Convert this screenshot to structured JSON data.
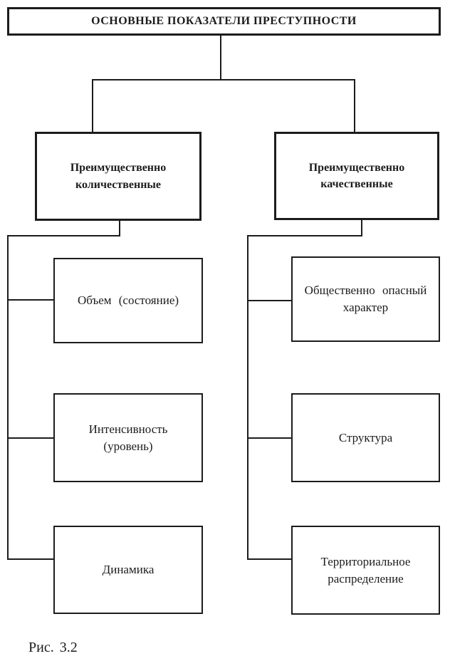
{
  "colors": {
    "ink": "#1c1c1c",
    "paper": "#ffffff"
  },
  "diagram": {
    "root": {
      "label": "ОСНОВНЫЕ ПОКАЗАТЕЛИ ПРЕСТУПНОСТИ"
    },
    "branch_left": {
      "lines": [
        "Преимущественно",
        "количественные"
      ]
    },
    "branch_right": {
      "lines": [
        "Преимущественно",
        "качественные"
      ]
    },
    "left_items": [
      {
        "lines": [
          "Объем (состояние)"
        ]
      },
      {
        "lines": [
          "Интенсивность",
          "(уровень)"
        ]
      },
      {
        "lines": [
          "Динамика"
        ]
      }
    ],
    "right_items": [
      {
        "lines": [
          "Общественно опасный",
          "характер"
        ]
      },
      {
        "lines": [
          "Структура"
        ]
      },
      {
        "lines": [
          "Территориальное",
          "распределение"
        ]
      }
    ],
    "caption": "Рис. 3.2"
  }
}
